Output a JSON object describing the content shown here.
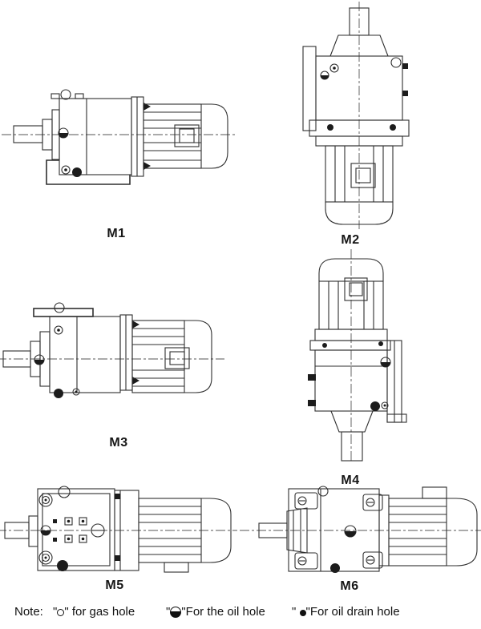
{
  "figures": {
    "m1": {
      "label": "M1"
    },
    "m2": {
      "label": "M2"
    },
    "m3": {
      "label": "M3"
    },
    "m4": {
      "label": "M4"
    },
    "m5": {
      "label": "M5"
    },
    "m6": {
      "label": "M6"
    }
  },
  "note": {
    "label": "Note:",
    "gas": {
      "pre": "\"",
      "post": "\"",
      "text": " for gas hole"
    },
    "oil": {
      "pre": "\"",
      "post": "\"",
      "text": "For the oil hole"
    },
    "drain": {
      "pre": "\" ",
      "post": "\"",
      "text": "For oil drain hole"
    }
  },
  "symbols": {
    "gas_hole": "circle-outline",
    "oil_hole": "circle-lower-half-filled",
    "oil_drain": "circle-filled"
  },
  "colors": {
    "background": "#ffffff",
    "line": "#2e2e2e",
    "text": "#111111"
  }
}
